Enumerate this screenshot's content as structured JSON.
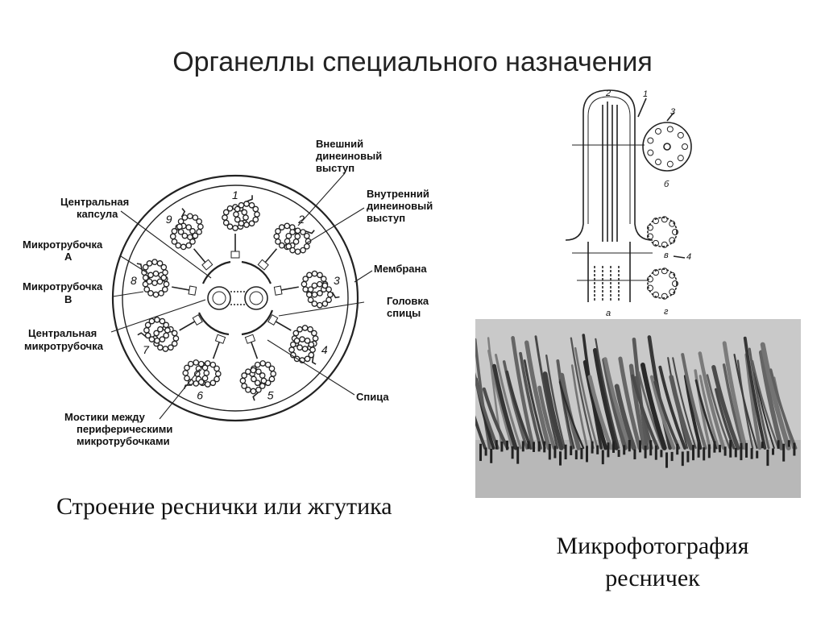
{
  "slide": {
    "title": "Органеллы специального назначения"
  },
  "cross_section": {
    "caption": "Строение реснички или жгутика",
    "labels": {
      "central_capsule": [
        "Центральная",
        "капсула"
      ],
      "microtubule_a": [
        "Микротрубочка",
        "А"
      ],
      "microtubule_b": [
        "Микротрубочка",
        "В"
      ],
      "central_microtubule": [
        "Центральная",
        "микротрубочка"
      ],
      "bridges": [
        "Мостики между",
        "периферическими",
        "микротрубочками"
      ],
      "outer_dynein": [
        "Внешний",
        "динеиновый",
        "выступ"
      ],
      "inner_dynein": [
        "Внутренний",
        "динеиновый",
        "выступ"
      ],
      "membrane": "Мембрана",
      "spoke_head": [
        "Головка",
        "спицы"
      ],
      "spoke": "Спица"
    },
    "doublet_numbers": [
      "1",
      "2",
      "3",
      "4",
      "5",
      "6",
      "7",
      "8",
      "9"
    ]
  },
  "longitudinal": {
    "numbers": [
      "1",
      "2",
      "3",
      "4"
    ],
    "letters": [
      "а",
      "б",
      "в",
      "г"
    ]
  },
  "micrograph": {
    "caption_line1": "Микрофотография",
    "caption_line2": "ресничек"
  }
}
